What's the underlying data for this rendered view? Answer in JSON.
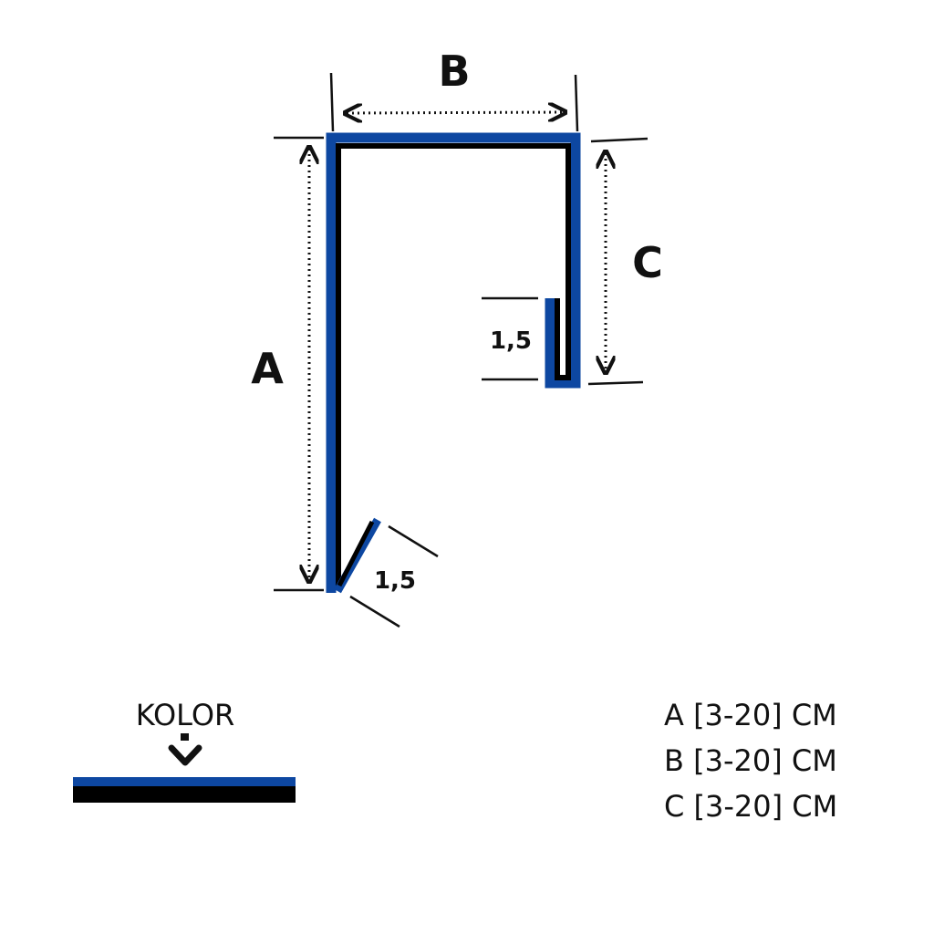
{
  "labels": {
    "a": "A",
    "b": "B",
    "c": "C",
    "flange_side": "1,5",
    "flange_bottom": "1,5"
  },
  "legend": {
    "kolor": "KOLOR"
  },
  "spec": [
    "A [3-20] CM",
    "B [3-20] CM",
    "C [3-20] CM"
  ],
  "colors": {
    "coating": "#0d47a1",
    "metal": "#000000"
  }
}
